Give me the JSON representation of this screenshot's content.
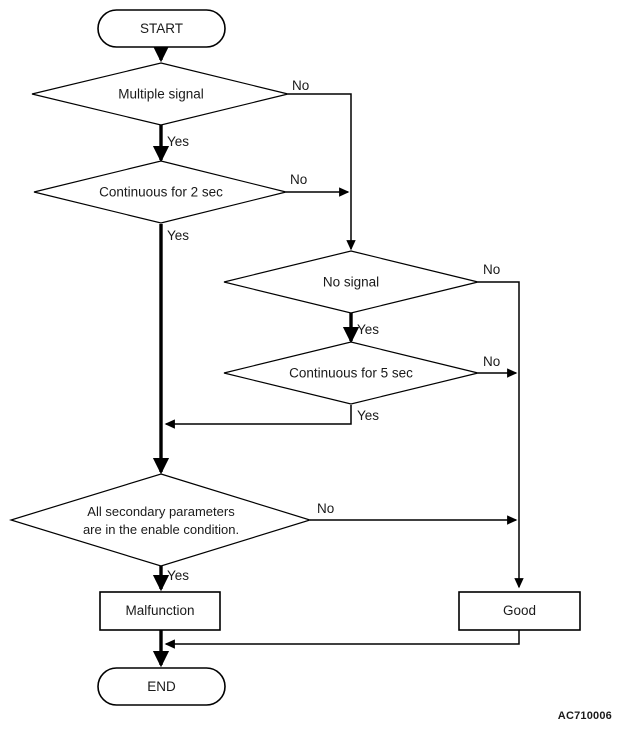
{
  "diagram": {
    "title_code": "AC710006",
    "type": "flowchart",
    "nodes": [
      {
        "id": "start",
        "kind": "terminator",
        "label": "START"
      },
      {
        "id": "d1",
        "kind": "decision",
        "label": "Multiple signal"
      },
      {
        "id": "d2",
        "kind": "decision",
        "label": "Continuous for 2 sec"
      },
      {
        "id": "d3",
        "kind": "decision",
        "label": "No signal"
      },
      {
        "id": "d4",
        "kind": "decision",
        "label": "Continuous for 5 sec"
      },
      {
        "id": "d5",
        "kind": "decision",
        "label_line1": "All secondary parameters",
        "label_line2": "are in the enable condition."
      },
      {
        "id": "malfunction",
        "kind": "process",
        "label": "Malfunction"
      },
      {
        "id": "good",
        "kind": "process",
        "label": "Good"
      },
      {
        "id": "end",
        "kind": "terminator",
        "label": "END"
      }
    ],
    "branch_labels": {
      "d1_no": "No",
      "d1_yes": "Yes",
      "d2_no": "No",
      "d2_yes": "Yes",
      "d3_no": "No",
      "d3_yes": "Yes",
      "d4_no": "No",
      "d4_yes": "Yes",
      "d5_no": "No",
      "d5_yes": "Yes"
    },
    "colors": {
      "stroke": "#000000",
      "fill": "#ffffff",
      "text": "#1a1a1a"
    }
  }
}
